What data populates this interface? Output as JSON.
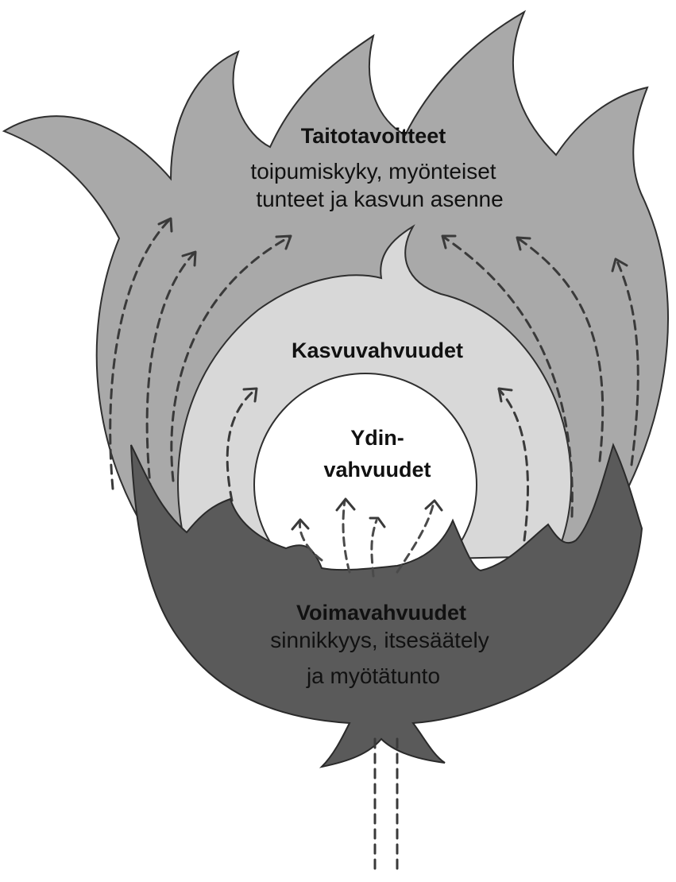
{
  "outer": {
    "title": "Taitotavoitteet",
    "lines": [
      "toipumiskyky, myönteiset",
      "tunteet ja kasvun asenne"
    ]
  },
  "middle": {
    "title": "Kasvuvahvuudet"
  },
  "core": {
    "title_lines": [
      "Ydin-",
      "vahvuudet"
    ]
  },
  "base": {
    "title": "Voimavahvuudet",
    "lines": [
      "sinnikkyys, itsesäätely",
      "ja myötätunto"
    ]
  },
  "colors": {
    "outer_fill": "#a9a9a9",
    "middle_fill": "#d8d8d8",
    "core_fill": "#ffffff",
    "base_fill": "#5a5a5a",
    "arrow": "#3a3a3a"
  }
}
